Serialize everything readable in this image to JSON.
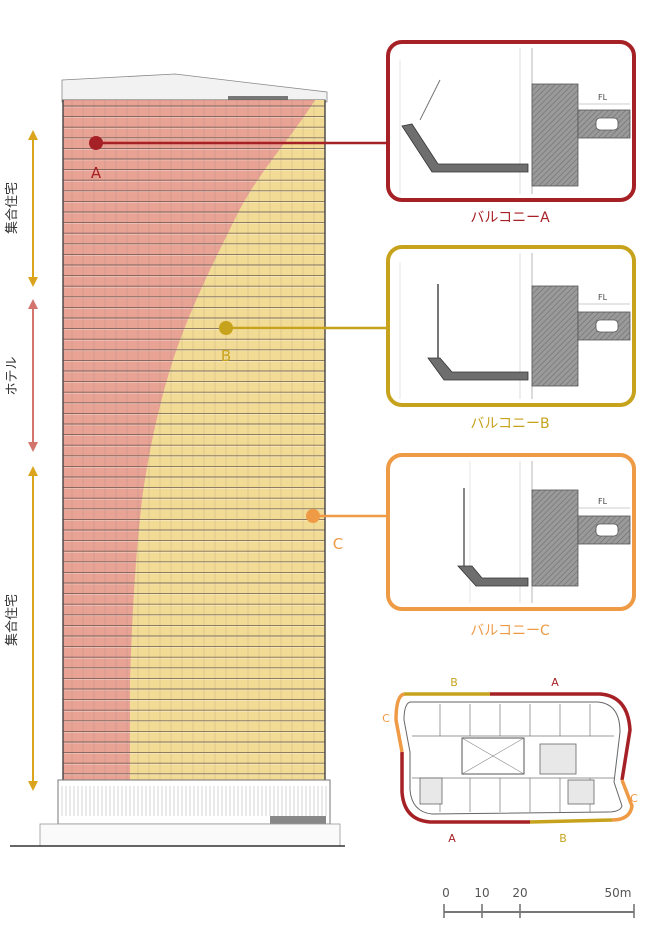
{
  "colors": {
    "red": "#a62126",
    "gold": "#c7a31d",
    "orange": "#ef9a45",
    "hotel": "#d3746d",
    "residential": "#dba41d",
    "zone_red_fill": "#e49383",
    "zone_yellow_fill": "#f2de95",
    "line": "#555555"
  },
  "left_labels": {
    "top": "集合住宅",
    "middle": "ホテル",
    "bottom": "集合住宅"
  },
  "markers": {
    "a": "A",
    "b": "B",
    "c": "C"
  },
  "details": [
    {
      "caption": "バルコニーA",
      "fl_label": "FL"
    },
    {
      "caption": "バルコニーB",
      "fl_label": "FL"
    },
    {
      "caption": "バルコニーC",
      "fl_label": "FL"
    }
  ],
  "plan_labels": {
    "top_b": "B",
    "top_a": "A",
    "left_c": "C",
    "right_c": "C",
    "bottom_a": "A",
    "bottom_b": "B"
  },
  "scale_bar": {
    "ticks": [
      "0",
      "10",
      "20",
      "50m"
    ]
  }
}
